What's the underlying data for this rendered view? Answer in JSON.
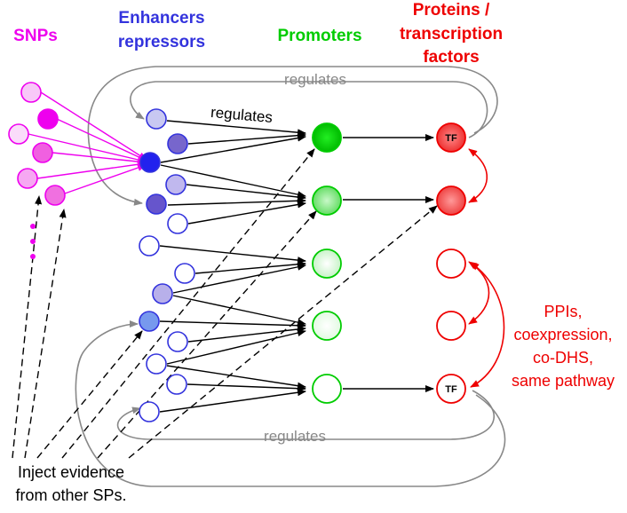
{
  "headers": {
    "snps": "SNPs",
    "enhancers_line1": "Enhancers",
    "enhancers_line2": "repressors",
    "promoters": "Promoters",
    "proteins_line1": "Proteins /",
    "proteins_line2": "transcription",
    "proteins_line3": "factors"
  },
  "labels": {
    "regulates_top": "regulates",
    "regulates_mid": "regulates",
    "regulates_bottom": "regulates",
    "inject_line1": "Inject evidence",
    "inject_line2": "from other SPs.",
    "ppi_line1": "PPIs,",
    "ppi_line2": "coexpression,",
    "ppi_line3": "co-DHS,",
    "ppi_line4": "same pathway",
    "tf_1": "TF",
    "tf_5": "TF"
  },
  "colors": {
    "snp": "#ee00ee",
    "enhancer": "#3333dd",
    "promoter": "#00cc00",
    "protein": "#ee0000",
    "regulates_arrow": "#888888",
    "edge": "#000000"
  }
}
